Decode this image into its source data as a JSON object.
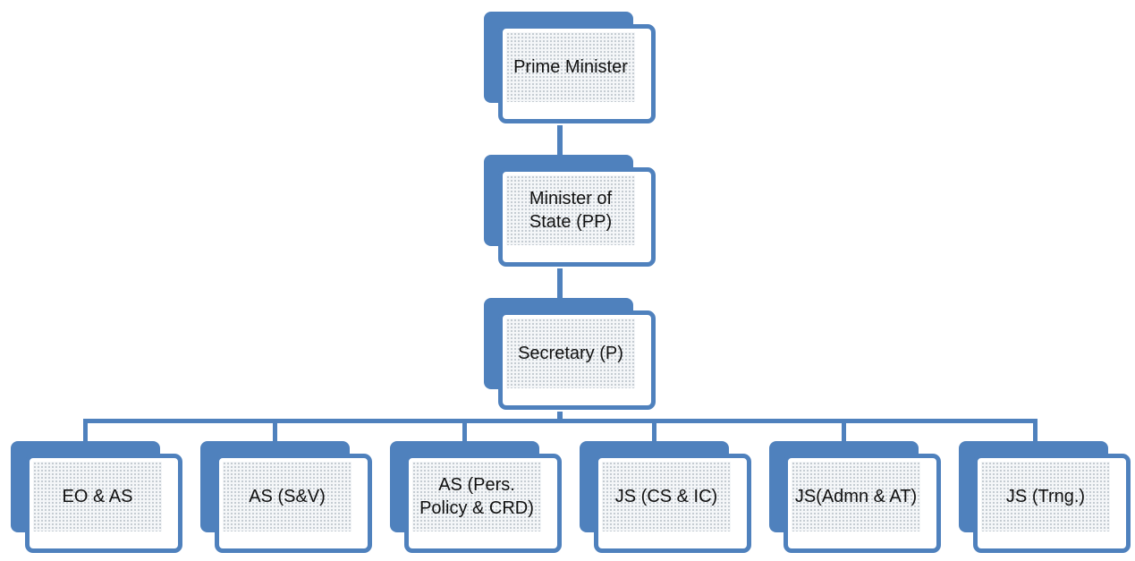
{
  "diagram": {
    "top": {
      "label": "Prime Minister"
    },
    "mid": {
      "label": "Minister of\nState (PP)"
    },
    "sec": {
      "label": "Secretary (P)"
    },
    "children": [
      {
        "label": "EO & AS"
      },
      {
        "label": "AS (S&V)"
      },
      {
        "label": "AS (Pers.\nPolicy & CRD)"
      },
      {
        "label": "JS (CS & IC)"
      },
      {
        "label": "JS(Admn & AT)"
      },
      {
        "label": "JS (Trng.)"
      }
    ],
    "colors": {
      "box": "#4f81bd"
    }
  }
}
